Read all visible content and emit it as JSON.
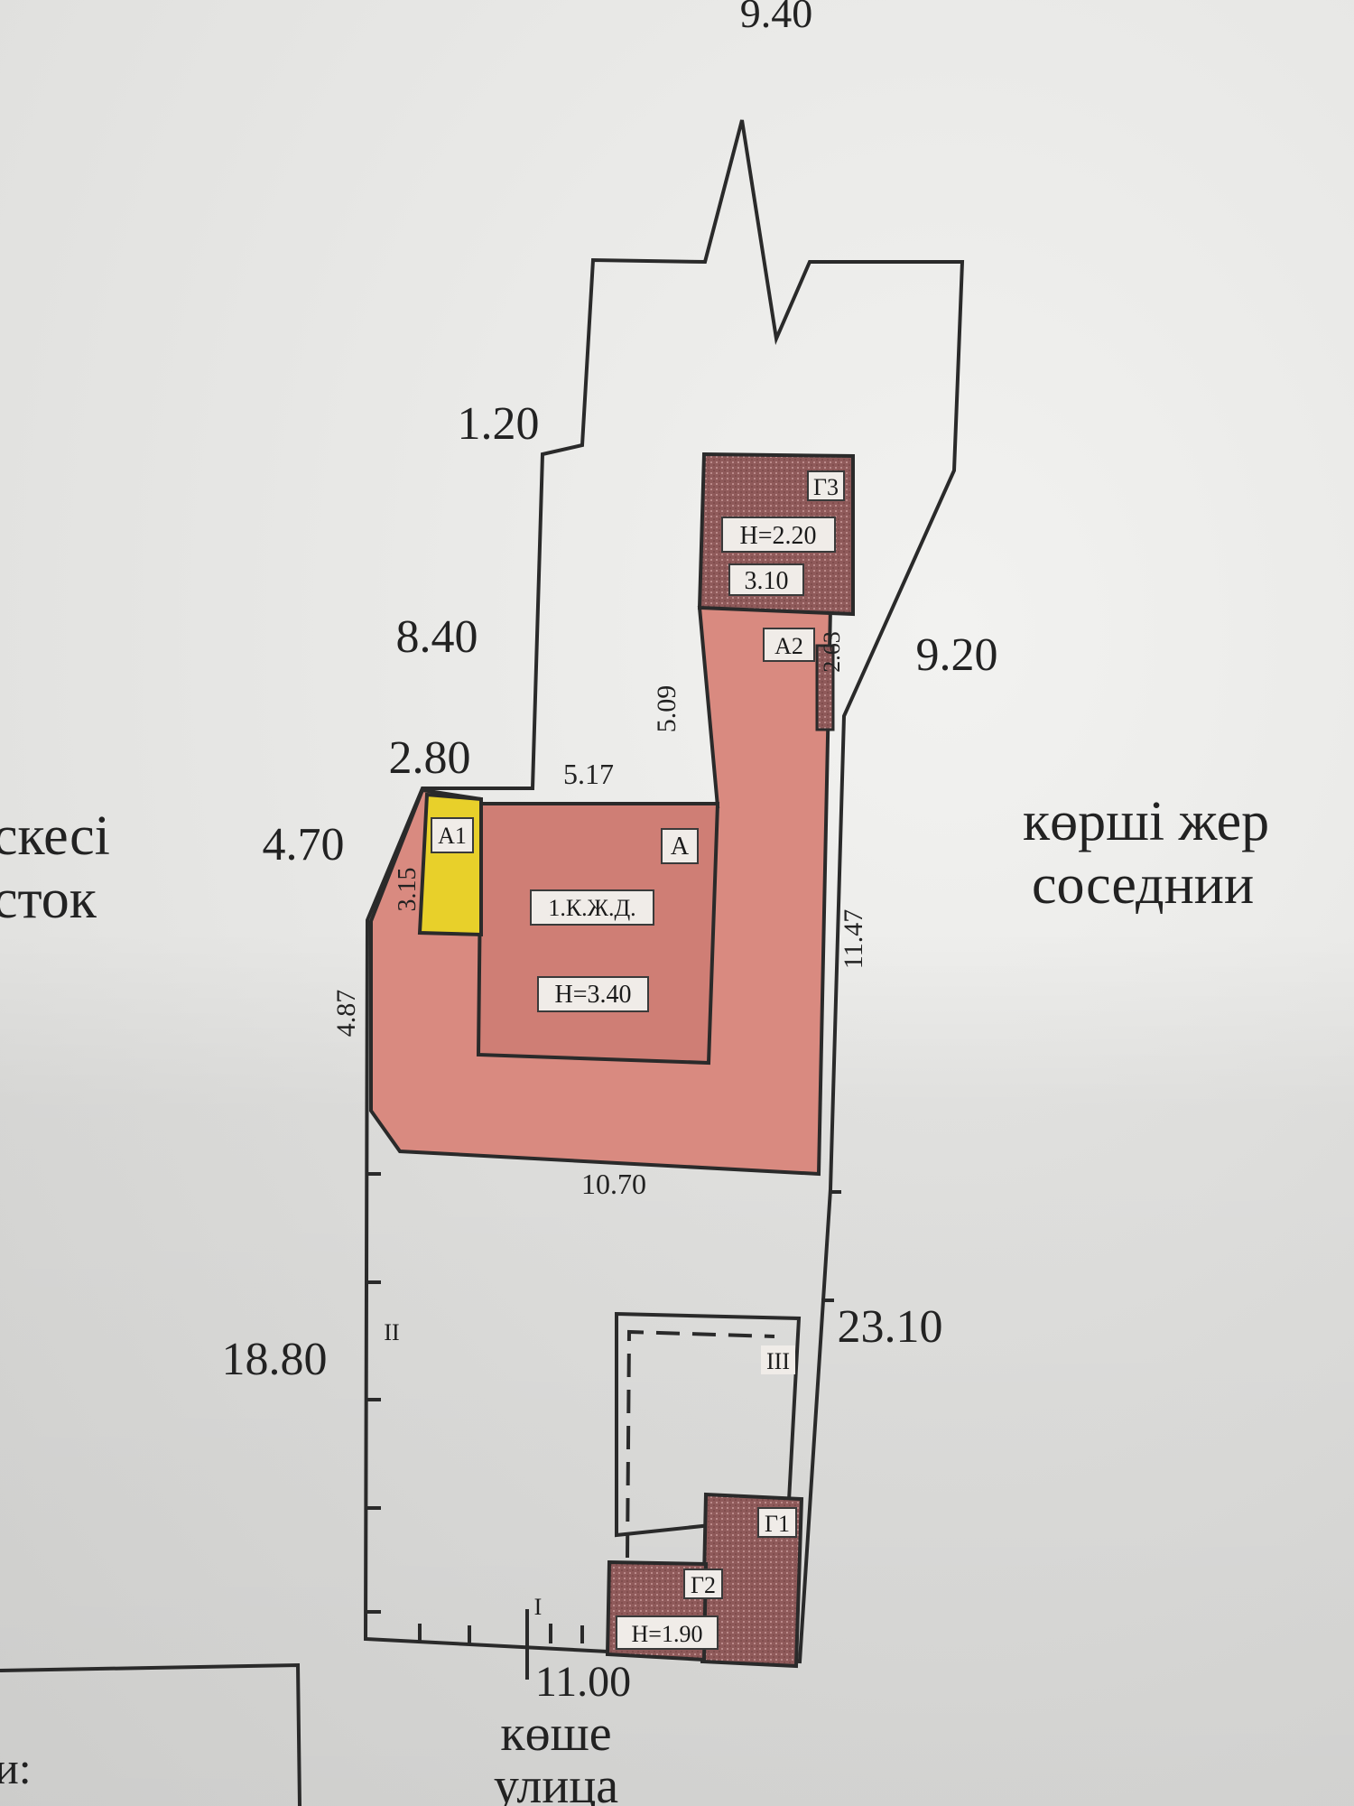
{
  "dimensions": {
    "top": "9.40",
    "left_upper_step": "1.20",
    "left_middle": "8.40",
    "left_corner": "2.80",
    "wall_inner_top": "5.17",
    "left_short": "4.70",
    "a1_height": "3.15",
    "inner_vertical": "5.09",
    "right_diagonal": "9.20",
    "a2_width": "2.63",
    "right_wall": "11.47",
    "left_lower": "4.87",
    "bottom_house": "10.70",
    "g3_width": "3.10",
    "left_yard": "18.80",
    "right_yard": "23.10",
    "street_front": "11.00"
  },
  "buildings": {
    "a": {
      "label": "А",
      "designation": "1.К.Ж.Д.",
      "height": "H=3.40"
    },
    "a1": {
      "label": "А1"
    },
    "a2": {
      "label": "А2"
    },
    "g3": {
      "label": "Г3",
      "height": "H=2.20"
    },
    "g1": {
      "label": "Г1"
    },
    "g2": {
      "label": "Г2",
      "height": "H=1.90"
    }
  },
  "zones": {
    "z1": "I",
    "z2": "II",
    "z3": "III"
  },
  "side_labels": {
    "left_line1": "скесі",
    "left_line2": "сток",
    "right_line1": "көрші жер",
    "right_line2": "соседнии"
  },
  "street": {
    "kazakh": "көше",
    "russian": "улица"
  },
  "legend": {
    "fragment": "и:"
  },
  "colors": {
    "main_house": "#d98a80",
    "annex_yellow": "#e8d02a",
    "outbuilding": "#8f5a5a",
    "outline": "#2a2a2a"
  }
}
